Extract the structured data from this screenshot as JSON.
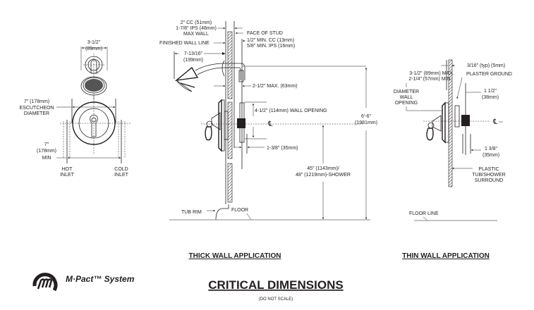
{
  "front_view": {
    "head_width": "3-1/2\"",
    "head_width_mm": "(89mm)",
    "escutcheon_line1": "7\" (178mm)",
    "escutcheon_line2": "ESCUTCHEON",
    "escutcheon_line3": "DIAMETER",
    "min_line1": "7\"",
    "min_line2": "(178mm)",
    "min_line3": "MIN",
    "hot_line1": "HOT",
    "hot_line2": "INLET",
    "cold_line1": "COLD",
    "cold_line2": "INLET"
  },
  "thick_wall": {
    "cc_line1": "2\" CC (51mm)",
    "cc_line2": "1-7/8\" IPS (48mm)",
    "cc_line3": "MAX WALL",
    "face_of_stud": "FACE OF STUD",
    "min_cc": "1/2\" MIN. CC (13mm)",
    "min_ips": "5/8\" MIN. IPS (16mm)",
    "finished_wall_line": "FINISHED WALL LINE",
    "arm_line1": "7-13/16\"",
    "arm_line2": "(199mm)",
    "max_depth": "2-1/2\" MAX. (63mm)",
    "wall_opening": "4-1/2\" (114mm) WALL OPENING",
    "centerline": "℄",
    "valve_depth": "1-3/8\" (35mm)",
    "height_line1": "45\" (1143mm)/",
    "height_line2": "48\" (1219mm)-SHOWER",
    "total_line1": "6'-6\"",
    "total_line2": "(1981mm)",
    "tub_rim": "TUB RIM",
    "floor": "FLOOR",
    "caption": "THICK WALL APPLICATION"
  },
  "thin_wall": {
    "typ": "3/16\" (typ) (5mm)",
    "plaster_ground": "PLASTER GROUND",
    "dia_line1": "3-1/2\" (89mm) MAX.",
    "dia_line2": "2-1/4\" (57mm) MIN.",
    "dia_line3": "DIAMETER",
    "dia_line4": "WALL",
    "dia_line5": "OPENING",
    "depth_line1": "1 1/2\"",
    "depth_line2": "(38mm)",
    "centerline": "℄",
    "valve_line1": "1 3/8\"",
    "valve_line2": "(35mm)",
    "surround_line1": "PLASTIC",
    "surround_line2": "TUB/SHOWER",
    "surround_line3": "SURROUND",
    "floor_line": "FLOOR LINE",
    "caption": "THIN WALL APPLICATION"
  },
  "footer": {
    "brand": "M·Pact™ System",
    "title": "CRITICAL DIMENSIONS",
    "subtitle": "(DO NOT SCALE)"
  }
}
